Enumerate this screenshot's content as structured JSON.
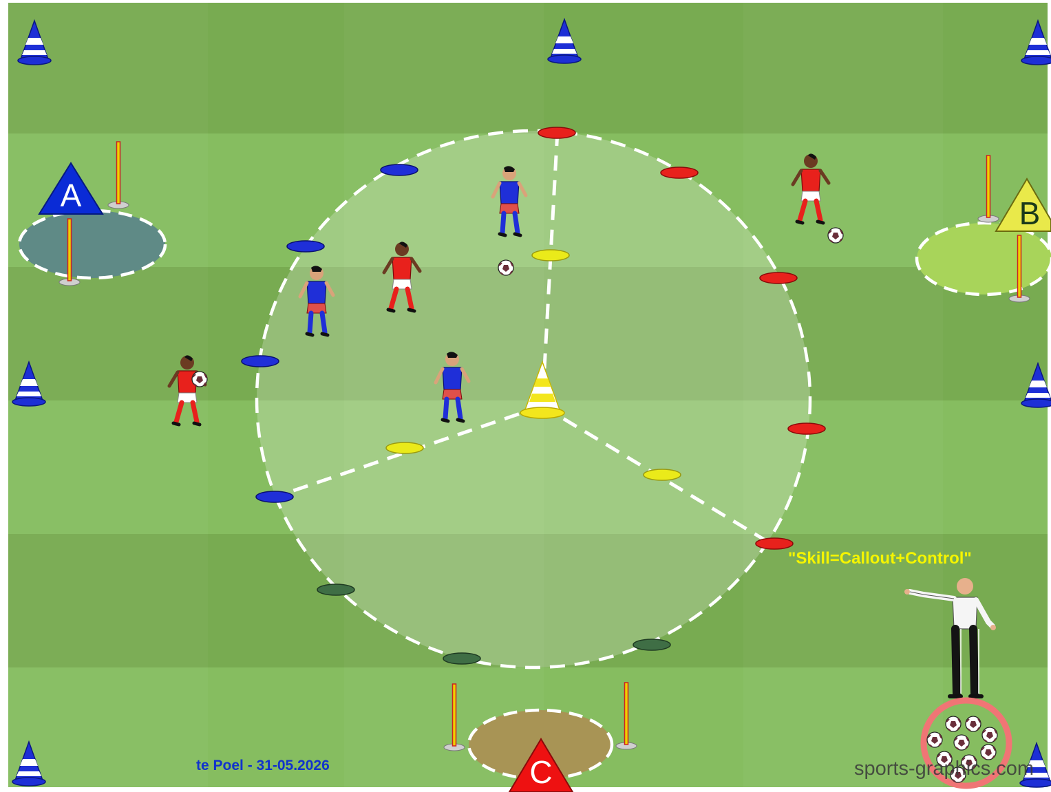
{
  "zones": {
    "a": {
      "label": "A",
      "color": "#0a2bd6",
      "area_color": "#5f8a86"
    },
    "b": {
      "label": "B",
      "color": "#e9e94a",
      "area_color": "#a8d45a"
    },
    "c": {
      "label": "C",
      "color": "#ee1111",
      "area_color": "#a89455"
    }
  },
  "callout": {
    "text": "\"Skill=Callout+Control\"",
    "color": "#f5f500"
  },
  "author": {
    "text": "te Poel - 31-05.2026",
    "color": "#1133cc"
  },
  "watermark": {
    "text": "sports-graphics.com"
  },
  "colors": {
    "grass_dark": "#78ad52",
    "grass_light": "#8bc264",
    "team_red": "#e8211c",
    "team_blue": "#1f2fd8",
    "disc_yellow": "#eaea1a",
    "disc_green": "#3f6e45",
    "ball_ring": "#f07575"
  },
  "icons": {
    "cones": "training-cone-icon",
    "poles": "slalom-pole-icon",
    "players": "player-figure-icon",
    "coach": "coach-figure-icon",
    "balls": "soccer-ball-icon"
  }
}
